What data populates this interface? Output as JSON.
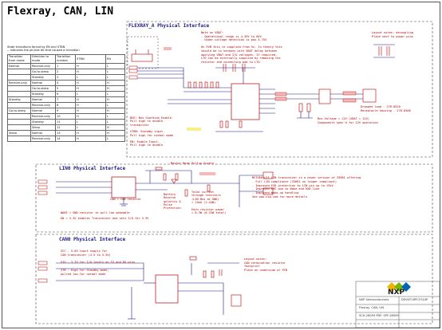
{
  "title": "Flexray, CAN, LIN",
  "flexray": {
    "section_label": "FLEXRAY_A Physical Interface",
    "notes": [
      "Note on VBAT:",
      "- Operational range is 4.45V to 60V",
      "- Under-voltage detection is max 4.75V",
      "",
      "On EVB this is supplied from 5v. In theory this",
      "should be in harmony with VBAT delay between",
      "applying VBAT and I/O voltages. If required,",
      "LTO can be externally supplied by removing the",
      "resistor and connecting pad to LTO"
    ],
    "layout_note": [
      "Layout notes: decoupling",
      "Place next to power pins"
    ],
    "pin_notes": [
      "BGE: Bus Guardian Enable.",
      "Pull high to enable",
      "transmitter",
      "",
      "STBN: Standby input.",
      "Pull high for normal mode",
      "",
      "EN: Enable Input.",
      "Pull high to enable"
    ],
    "choke_note": "Dropped load - 27R-0520",
    "choke_note2": "Receptacle housing - 270-6506",
    "bus_voltage_note": "Bus Voltage = 12V (VBAT = 12V)",
    "component_note": "Components spec'd for 12V operation"
  },
  "state_table": {
    "caption_lines": [
      "State transitions forced by EN and STBN",
      "-- indicates the pin/not bit that caused a transition"
    ],
    "headers": [
      "Transition from mode",
      "Direction to mode",
      "Transition number",
      "STBN",
      "EN"
    ],
    "rows": [
      [
        "Normal",
        "Receive-only",
        "1",
        "H",
        "L"
      ],
      [
        "",
        "Go-to-sleep",
        "2",
        "H",
        "L"
      ],
      [
        "",
        "Standby",
        "3",
        "L",
        "L"
      ],
      [
        "Receive-only",
        "Normal",
        "4",
        "H",
        "H"
      ],
      [
        "",
        "Go-to-sleep",
        "5",
        "H",
        "H"
      ],
      [
        "",
        "Standby",
        "6",
        "L",
        "L"
      ],
      [
        "Standby",
        "Normal",
        "7",
        "H",
        "H"
      ],
      [
        "",
        "Receive-only",
        "8",
        "H",
        "L"
      ],
      [
        "Go-to-sleep",
        "Normal",
        "9",
        "H",
        "H"
      ],
      [
        "",
        "Receive-only",
        "10",
        "H",
        "L"
      ],
      [
        "",
        "Standby",
        "11",
        "L",
        "L"
      ],
      [
        "",
        "Sleep",
        "12",
        "L",
        "H"
      ],
      [
        "Sleep",
        "Normal",
        "13",
        "H",
        "H"
      ],
      [
        "",
        "Receive-only",
        "14",
        "H",
        "L"
      ]
    ]
  },
  "lin": {
    "section_label": "LIN0 Physical Interface",
    "master_note": "Master Mode Pullup Enable",
    "right_notes": [
      "MC33661LEF LIN transceiver is a newer version of 33661 offering",
      "- Full LIN compliance (33661 no longer compliant)",
      "- Improved ESD protection to LIN pin up to 15kV",
      "- Improved EMC due to Wake and RXD line",
      "- Improved Wake-up handling",
      "See www.nxp.com for more details"
    ],
    "current_note": [
      "Total current",
      "through resistors",
      "(LIN Bus at GND)",
      "= 12mA (1.44W)",
      "",
      "Each resistor power",
      "= 0.3W (0.25W total)"
    ],
    "battery_note": [
      "Battery",
      "Reverse",
      "polarity &",
      "Pulse",
      "Protection"
    ],
    "can_note": "CAN = CAN resistor",
    "wake_note": "WAKE = GND resistor to pull-low wakeable",
    "en_note": "EN = 3.3V enables Transceiver and sets I/O for 3.3V"
  },
  "can": {
    "section_label": "CAN0 Physical Interface",
    "notes": [
      "VCC - 5.0V input supply for",
      "CAN transceiver (4.5 to 5.5V)",
      "",
      "VIO - 3.3V for I/O levels on TX and RX pins",
      "",
      "STB - High for Standby mode,",
      "pulled low for normal mode"
    ],
    "layout_note": [
      "Layout notes:",
      "CAN termination resistor",
      "footprint",
      "Place on underside of PCB"
    ]
  },
  "title_block": {
    "logo": "NXP",
    "company": "NXP Semiconductors",
    "board": "DEVKIT-MPC5744P",
    "sheet_title": "Flexray, CAN, LIN",
    "doc_number": "SCH-28059 PDF: SPF-28059"
  },
  "colors": {
    "wire": "#1a1a8c",
    "component": "#b30000",
    "label_box": "#1a1a8c",
    "border": "#555555"
  }
}
